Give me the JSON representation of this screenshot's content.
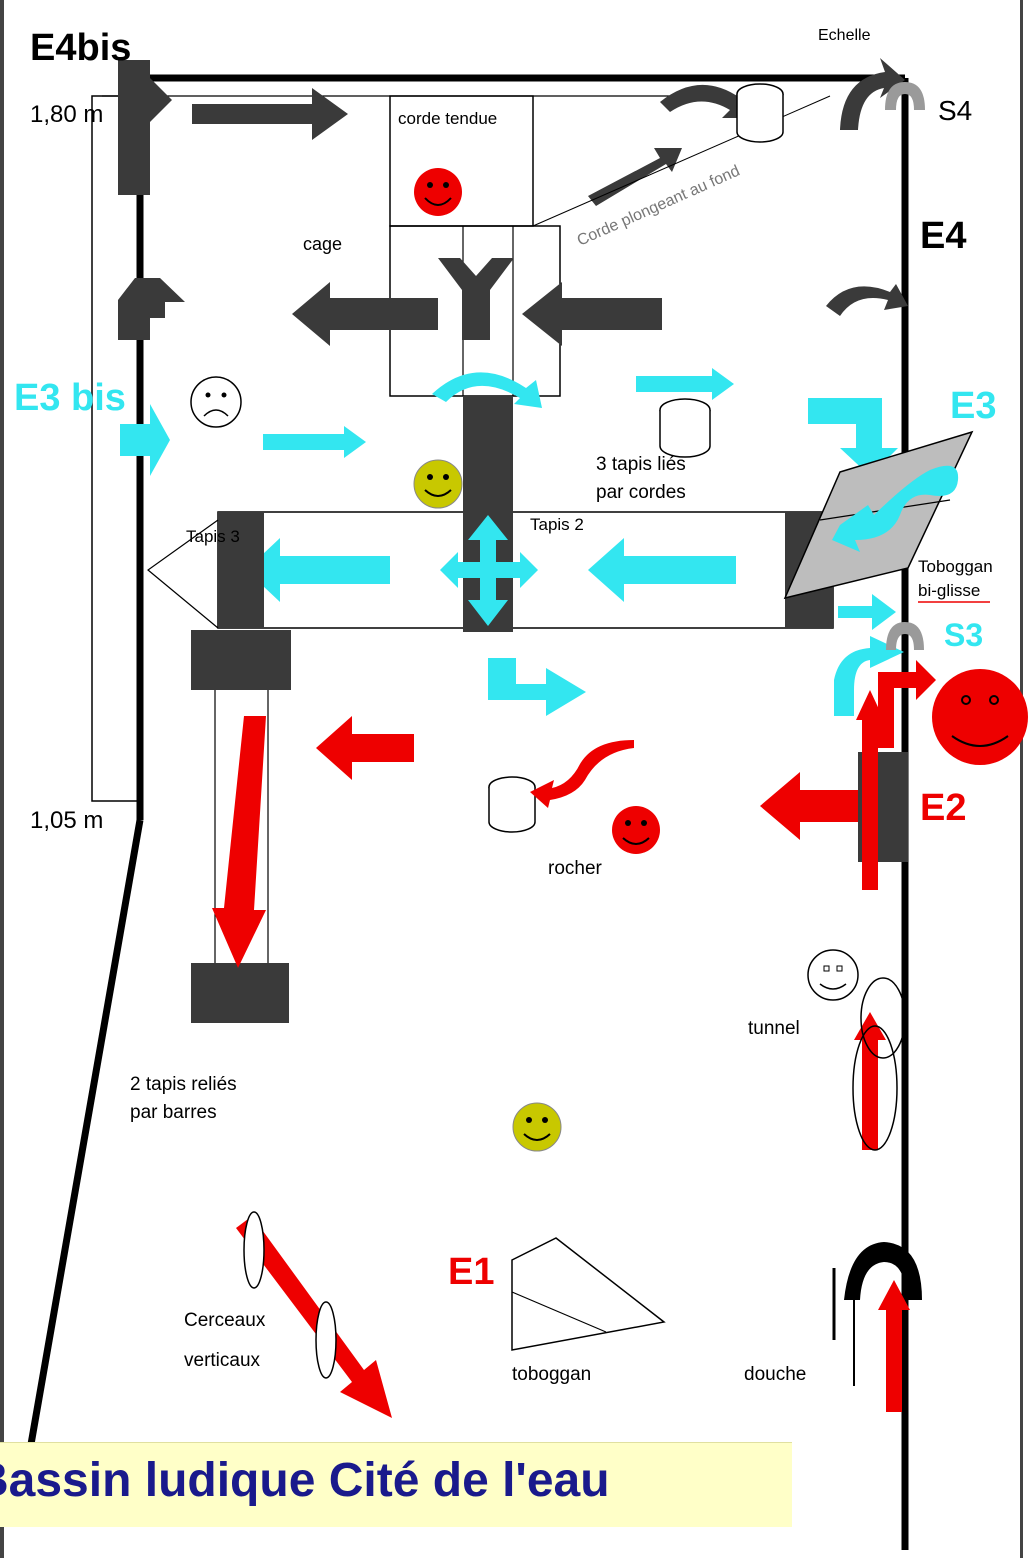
{
  "labels": {
    "e4bis": "E4bis",
    "depth_top": "1,80 m",
    "depth_bottom": "1,05 m",
    "echelle": "Echelle",
    "s4": "S4",
    "e4": "E4",
    "corde_tendue": "corde tendue",
    "corde_plongeant": "Corde plongeant au fond",
    "cage": "cage",
    "e3bis": "E3 bis",
    "e3": "E3",
    "tapis_lies_1": "3 tapis liés",
    "tapis_lies_2": "par cordes",
    "tapis3": "Tapis 3",
    "tapis2": "Tapis 2",
    "toboggan_glisse_1": "Toboggan",
    "toboggan_glisse_2": "bi-glisse",
    "s3": "S3",
    "e2": "E2",
    "rocher": "rocher",
    "tunnel": "tunnel",
    "tapis_barres_1": "2 tapis reliés",
    "tapis_barres_2": "par barres",
    "e1": "E1",
    "cerceaux_1": "Cerceaux",
    "cerceaux_2": "verticaux",
    "toboggan": "toboggan",
    "douche": "douche"
  },
  "caption": "Bassin ludique Cité de l'eau",
  "colors": {
    "red": "#ee0000",
    "cyan": "#33e6f0",
    "dark": "#3a3a3a",
    "navy": "#1a1a8c",
    "yellow_smiley": "#c8c800",
    "caption_bg": "#ffffc8",
    "gray_slide": "#bdbdbd"
  },
  "icons": [
    "smiley-red-icon",
    "smiley-yellow-icon",
    "sad-face-icon",
    "cylinder-icon",
    "arrow-icon",
    "hoop-icon",
    "ladder-icon"
  ]
}
